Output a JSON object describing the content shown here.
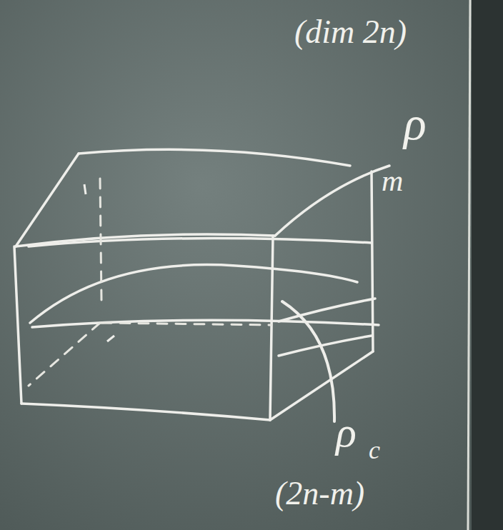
{
  "diagram": {
    "labels": [
      "(dim 2n)",
      "ρ",
      "m",
      "ρ",
      "c",
      "(2n-m)"
    ]
  }
}
